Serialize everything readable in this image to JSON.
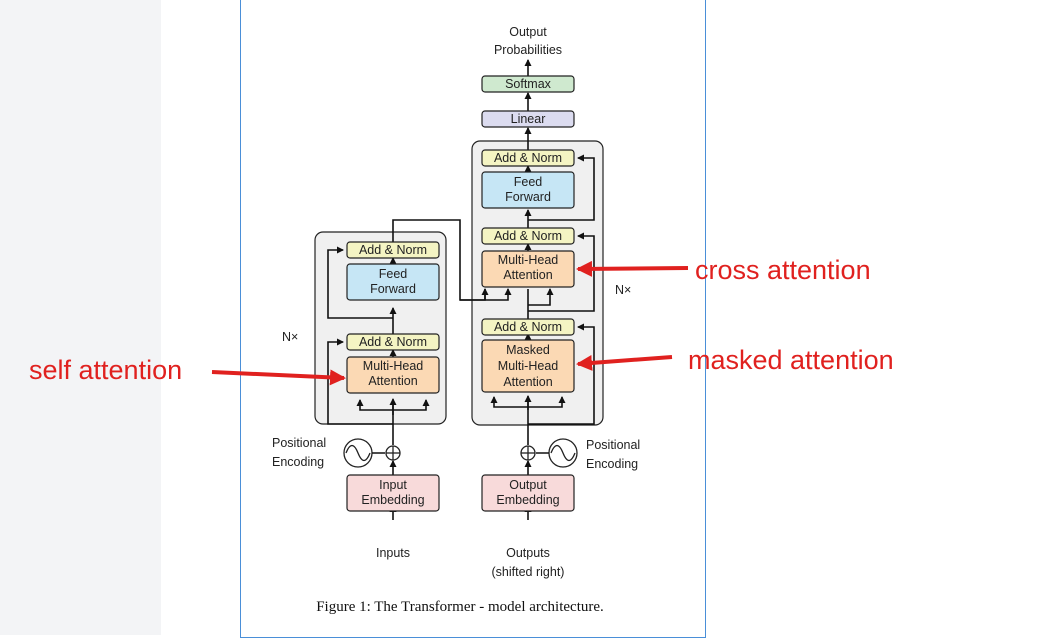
{
  "figure": {
    "caption": "Figure 1: The Transformer - model architecture.",
    "output_label": [
      "Output",
      "Probabilities"
    ],
    "softmax": "Softmax",
    "linear": "Linear",
    "encoder": {
      "add_norm_top": "Add & Norm",
      "feed_forward": [
        "Feed",
        "Forward"
      ],
      "add_norm_bottom": "Add & Norm",
      "attention": [
        "Multi-Head",
        "Attention"
      ],
      "repeat": "N×"
    },
    "decoder": {
      "add_norm_top": "Add & Norm",
      "feed_forward": [
        "Feed",
        "Forward"
      ],
      "add_norm_mid": "Add & Norm",
      "cross_attention": [
        "Multi-Head",
        "Attention"
      ],
      "add_norm_bottom": "Add & Norm",
      "masked_attention": [
        "Masked",
        "Multi-Head",
        "Attention"
      ],
      "repeat": "N×"
    },
    "input_embedding": [
      "Input",
      "Embedding"
    ],
    "output_embedding": [
      "Output",
      "Embedding"
    ],
    "positional_encoding_left": [
      "Positional",
      "Encoding"
    ],
    "positional_encoding_right": [
      "Positional",
      "Encoding"
    ],
    "inputs": "Inputs",
    "outputs": [
      "Outputs",
      "(shifted right)"
    ]
  },
  "annotations": {
    "self_attention": "self attention",
    "cross_attention": "cross attention",
    "masked_attention": "masked attention"
  },
  "colors": {
    "annotation_red": "#e0211f",
    "add_norm_fill": "#f4f4c3",
    "attention_fill": "#fbd9b4",
    "feed_forward_fill": "#c6e6f5",
    "embedding_fill": "#f8dada",
    "softmax_fill": "#cfe9cf",
    "linear_fill": "#dcdcf0",
    "block_fill": "#f0f0f0",
    "frame_border": "#4a8fd8"
  }
}
